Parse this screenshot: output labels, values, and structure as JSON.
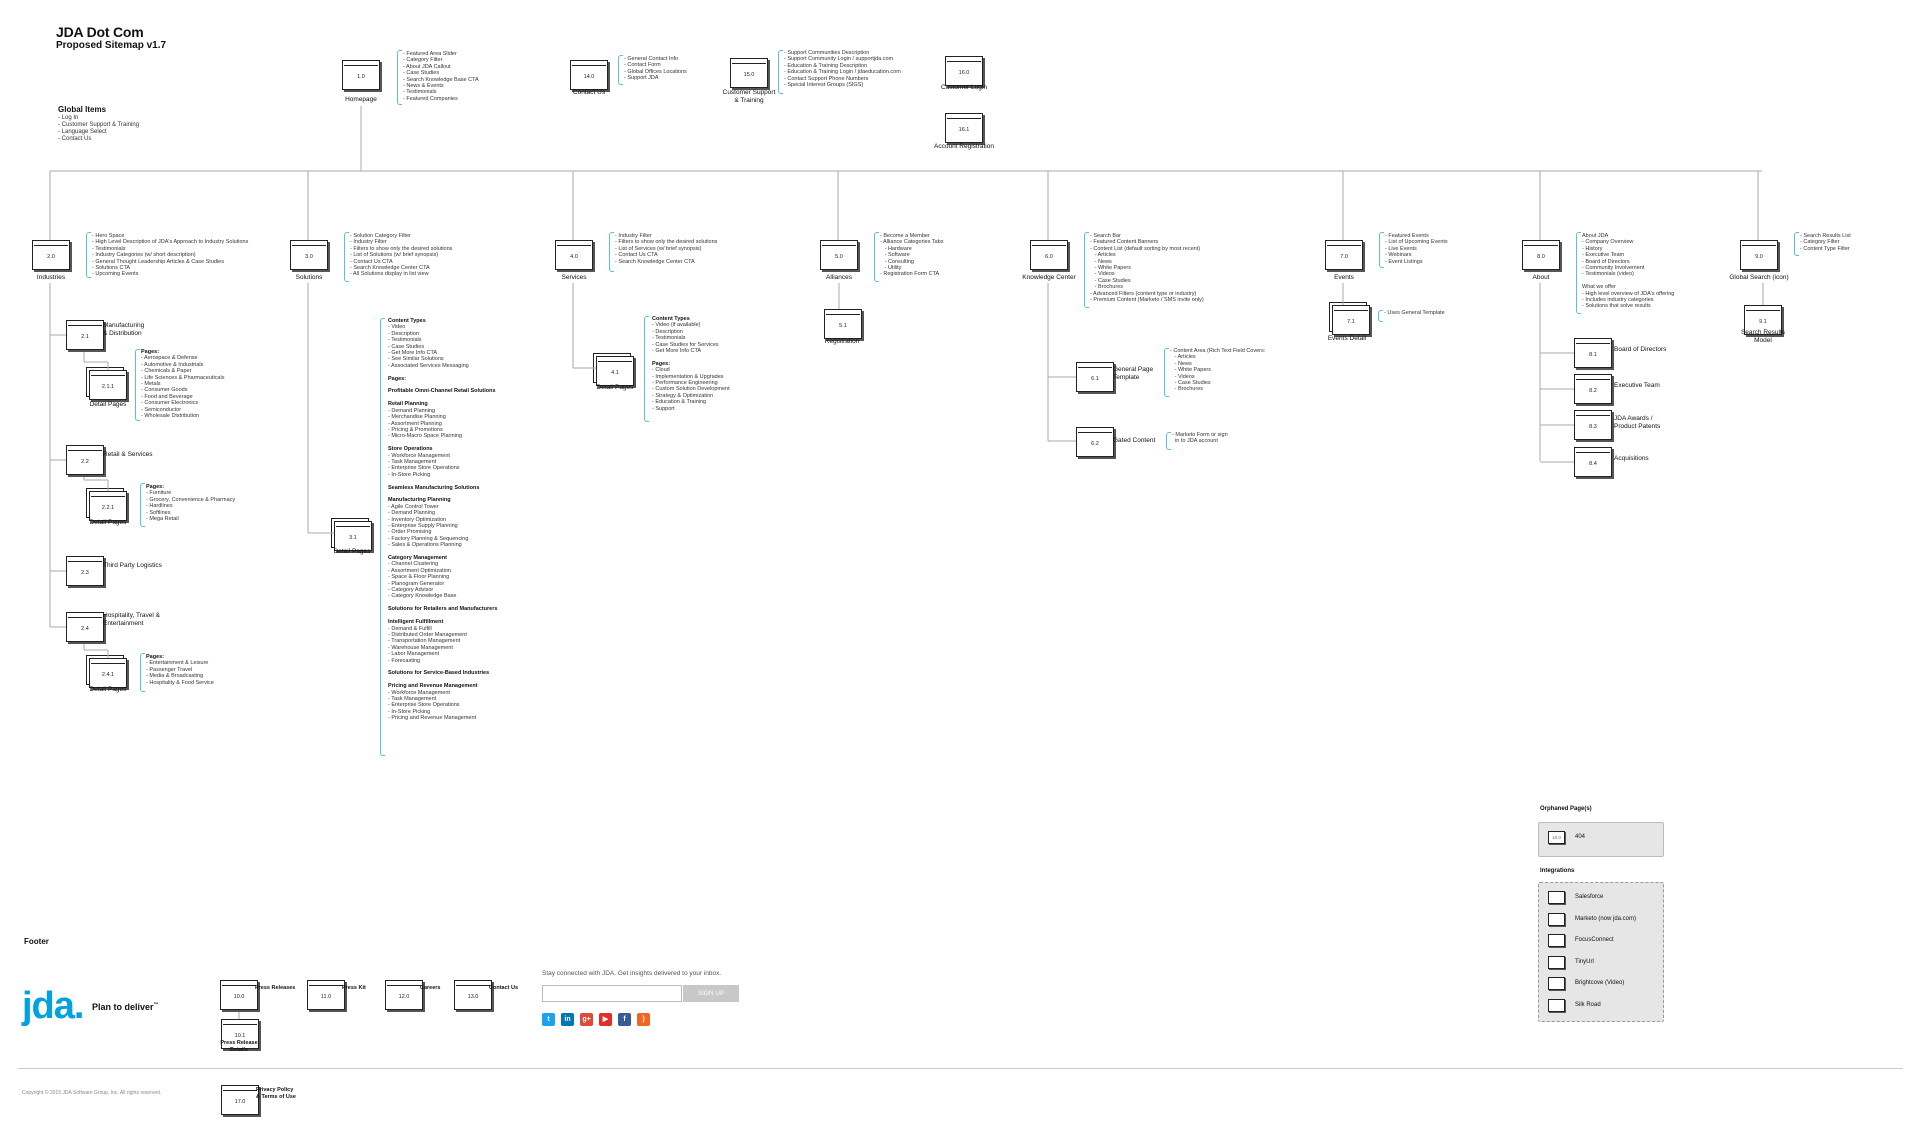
{
  "header": {
    "title": "JDA Dot Com",
    "subtitle": "Proposed Sitemap v1.7"
  },
  "global_items": {
    "title": "Global Items",
    "list": "- Log In\n- Customer Support & Training\n- Language Select\n- Contact Us"
  },
  "colors": {
    "accent": "#5bc0de",
    "line": "#aaaaaa",
    "brand": "#00a3e0"
  },
  "top": {
    "homepage": {
      "num": "1.0",
      "label": "Homepage",
      "notes": "- Featured Area Slider\n- Category Filter\n- About JDA Callout\n- Case Studies\n- Search Knowledge Base CTA\n- News & Events\n- Testimonials\n- Featured Companies"
    },
    "contact": {
      "num": "14.0",
      "label": "Contact Us",
      "notes": "- General Contact Info\n- Contact Form\n- Global Offices Locations\n- Support JDA"
    },
    "support": {
      "num": "15.0",
      "label": "Customer Support\n& Training",
      "notes": "- Support Communities Description\n- Support Community Login / supportjda.com\n- Education & Training Description\n- Education & Training Login / jdaeducation.com\n- Contact Support Phone Numbers\n- Special Interest Groups (SIGS)"
    },
    "login": {
      "num": "16.0",
      "label": "Customer Login"
    },
    "registration": {
      "num": "16.1",
      "label": "Account Registration"
    }
  },
  "sections": [
    {
      "num": "2.0",
      "label": "Industries",
      "notes": "- Hero Space\n- High Level Description of JDA's Approach to Industry Solutions\n- Testimonials\n- Industry Categories (w/ short description)\n- General Thought Leadership Articles & Case Studies\n- Solutions CTA\n- Upcoming Events"
    },
    {
      "num": "3.0",
      "label": "Solutions",
      "notes": "- Solution Category Filter\n- Industry Filter\n- Filters to show only the desired solutions\n- List of Solutions (w/ brief synopsis)\n- Contact Us CTA\n- Search Knowledge Center CTA\n- All Solutions display in list view"
    },
    {
      "num": "4.0",
      "label": "Services",
      "notes": "- Industry Filter\n- Filters to show only the desired solutions\n- List of Services (w/ brief synopsis)\n- Contact Us CTA\n- Search Knowledge Center CTA"
    },
    {
      "num": "5.0",
      "label": "Alliances",
      "notes": "- Become a Member\n- Alliance Categories Tabs\n   - Hardware\n   - Software\n   - Consulting\n   - Utility\n- Registration Form CTA"
    },
    {
      "num": "6.0",
      "label": "Knowledge Center",
      "notes": "- Search Bar\n- Featured Content Banners\n- Content List (default sorting by most recent)\n   - Articles\n   - News\n   - White Papers\n   - Videos\n   - Case Studies\n   - Brochures\n- Advanced Filters (content type or industry)\n- Premium Content (Marketo / SMS invite only)"
    },
    {
      "num": "7.0",
      "label": "Events",
      "notes": "- Featured Events\n- List of Upcoming Events\n- Live Events\n- Webinars\n- Event Listings"
    },
    {
      "num": "8.0",
      "label": "About",
      "notes": "About JDA\n- Company Overview\n- History\n- Executive Team\n- Board of Directors\n- Community Involvement\n- Testimonials (video)\n\nWhat we offer\n- High level overview of JDA's offering\n- Includes industry categories\n- Solutions that solve results"
    },
    {
      "num": "9.0",
      "label": "Global Search (icon)",
      "notes": "- Search Results List\n- Category Filter\n- Content Type Filter"
    }
  ],
  "industries_children": [
    {
      "num": "2.1",
      "label": "Manufacturing\n& Distribution"
    },
    {
      "num": "2.1.1",
      "label": "Detail Pages",
      "notes_title": "Pages:",
      "notes": "- Aerospace & Defense\n- Automotive & Industrials\n- Chemicals & Paper\n- Life Sciences & Pharmaceuticals\n- Metals\n- Consumer Goods\n- Food and Beverage\n- Consumer Electronics\n- Semiconductor\n- Wholesale Distribution"
    },
    {
      "num": "2.2",
      "label": "Retail & Services"
    },
    {
      "num": "2.2.1",
      "label": "Detail Pages",
      "notes_title": "Pages:",
      "notes": "- Furniture\n- Grocery, Convenience & Pharmacy\n- Hardlines\n- Softlines\n- Mega Retail"
    },
    {
      "num": "2.3",
      "label": "Third Party Logistics"
    },
    {
      "num": "2.4",
      "label": "Hospitality, Travel &\nEntertainment"
    },
    {
      "num": "2.4.1",
      "label": "Detail Pages",
      "notes_title": "Pages:",
      "notes": "- Entertainment & Leisure\n- Passenger Travel\n- Media & Broadcasting\n- Hospitality & Food Service"
    }
  ],
  "solutions_detail": {
    "num": "3.1",
    "label": "Detail Pages"
  },
  "solutions_notes": [
    {
      "b": "Content Types",
      "t": "- Video\n- Description\n- Testimonials\n- Case Studies\n- Get More Info CTA\n- See Similar Solutions\n- Associated Services Messaging"
    },
    {
      "b": "Pages:",
      "t": ""
    },
    {
      "b": "Profitable Omni-Channel Retail Solutions",
      "t": ""
    },
    {
      "b": "Retail Planning",
      "t": "- Demand Planning\n- Merchandise Planning\n- Assortment Planning\n- Pricing & Promotions\n- Micro-Macro Space Planning"
    },
    {
      "b": "Store Operations",
      "t": "- Workforce Management\n- Task Management\n- Enterprise Store Operations\n- In-Store Picking"
    },
    {
      "b": "Seamless Manufacturing Solutions",
      "t": ""
    },
    {
      "b": "Manufacturing Planning",
      "t": "- Agile Control Tower\n- Demand Planning\n- Inventory Optimization\n- Enterprise Supply Planning\n- Order Promising\n- Factory Planning & Sequencing\n- Sales & Operations Planning"
    },
    {
      "b": "Category Management",
      "t": "- Channel Clustering\n- Assortment Optimization\n- Space & Floor Planning\n- Planogram Generator\n- Category Advisor\n- Category Knowledge Base"
    },
    {
      "b": "Solutions for Retailers and Manufacturers",
      "t": ""
    },
    {
      "b": "Intelligent Fulfillment",
      "t": "- Demand & Fulfill\n- Distributed Order Management\n- Transportation Management\n- Warehouse Management\n- Labor Management\n- Forecasting"
    },
    {
      "b": "Solutions for Service-Based Industries",
      "t": ""
    },
    {
      "b": "Pricing and Revenue Management",
      "t": "- Workforce Management\n- Task Management\n- Enterprise Store Operations\n- In-Store Picking\n- Pricing and Revenue Management"
    }
  ],
  "services_detail": {
    "num": "4.1",
    "label": "Detail Pages",
    "notes": [
      {
        "b": "Content Types",
        "t": "- Video (if available)\n- Description\n- Testimonials\n- Case Studies for Services\n- Get More Info CTA"
      },
      {
        "b": "Pages:",
        "t": "- Cloud\n- Implementation & Upgrades\n- Performance Engineering\n- Custom Solution Development\n- Strategy & Optimization\n- Education & Training\n- Support"
      }
    ]
  },
  "alliances_child": {
    "num": "5.1",
    "label": "Registration"
  },
  "knowledge_children": [
    {
      "num": "6.1",
      "label": "General Page\nTemplate",
      "notes": "- Content Area (Rich Text Field Covers:\n   - Articles\n   - News\n   - White Papers\n   - Videos\n   - Case Studies\n   - Brochures"
    },
    {
      "num": "6.2",
      "label": "Gated Content",
      "notes": "- Marketo Form or sign\n  in to JDA account"
    }
  ],
  "events_child": {
    "num": "7.1",
    "label": "Events Detail",
    "notes": "- Uses General Template"
  },
  "about_children": [
    {
      "num": "8.1",
      "label": "Board of Directors"
    },
    {
      "num": "8.2",
      "label": "Executive Team"
    },
    {
      "num": "8.3",
      "label": "JDA Awards /\nProduct Patents"
    },
    {
      "num": "8.4",
      "label": "Acquisitions"
    }
  ],
  "search_child": {
    "num": "9.1",
    "label": "Search Results\nModel"
  },
  "orphaned": {
    "title": "Orphaned Page(s)",
    "num": "10.0",
    "label": "404"
  },
  "integrations": {
    "title": "Integrations",
    "items": [
      "Salesforce",
      "Marketo (now jda.com)",
      "FocusConnect",
      "TinyUrl",
      "Brightcove (Video)",
      "Silk Road"
    ]
  },
  "footer": {
    "title": "Footer",
    "logo": "jda.",
    "tagline": "Plan to deliver",
    "pages": [
      {
        "num": "10.0",
        "label": "Press Releases"
      },
      {
        "num": "11.0",
        "label": "Press Kit"
      },
      {
        "num": "12.0",
        "label": "Careers"
      },
      {
        "num": "13.0",
        "label": "Contact Us"
      }
    ],
    "press_detail": {
      "num": "10.1",
      "label": "Press Release\nDetails"
    },
    "newsletter_text": "Stay connected with JDA. Get insights delivered to your inbox.",
    "signup_label": "SIGN UP",
    "social": [
      {
        "icon": "twitter-icon",
        "glyph": "t",
        "color": "#1da1f2"
      },
      {
        "icon": "linkedin-icon",
        "glyph": "in",
        "color": "#0077b5"
      },
      {
        "icon": "googleplus-icon",
        "glyph": "g+",
        "color": "#dd4b39"
      },
      {
        "icon": "youtube-icon",
        "glyph": "▶",
        "color": "#e52d27"
      },
      {
        "icon": "facebook-icon",
        "glyph": "f",
        "color": "#3b5998"
      },
      {
        "icon": "rss-icon",
        "glyph": ")",
        "color": "#f26522"
      }
    ],
    "copyright": "Copyright © 2015 JDA Software Group, Inc. All rights reserved.",
    "privacy": {
      "num": "17.0",
      "label": "Privacy Policy\n& Terms of Use"
    }
  }
}
